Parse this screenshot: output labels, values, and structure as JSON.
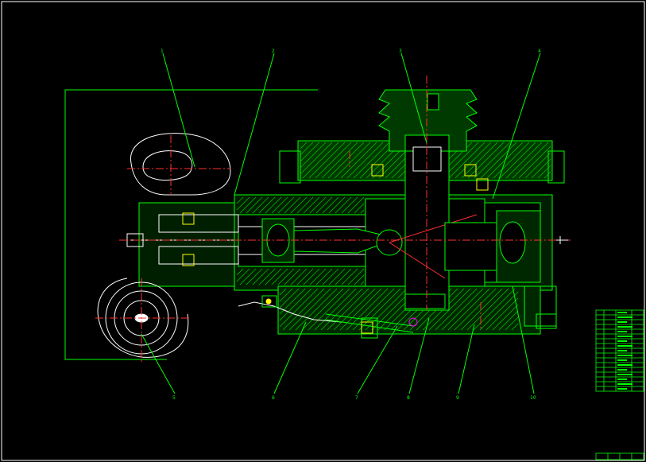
{
  "drawing": {
    "colors": {
      "background": "#000000",
      "frame": "#ffffff",
      "outline": "#00ff00",
      "hatch": "#00c800",
      "centerline": "#ff3030",
      "highlight": "#ffff00",
      "detail": "#ffffff",
      "accent": "#ff00ff"
    },
    "leaders_top": [
      "1",
      "2",
      "3",
      "4"
    ],
    "leaders_bottom": [
      "5",
      "6",
      "7",
      "8",
      "9",
      "10"
    ],
    "bom": {
      "row_count": 17
    }
  }
}
